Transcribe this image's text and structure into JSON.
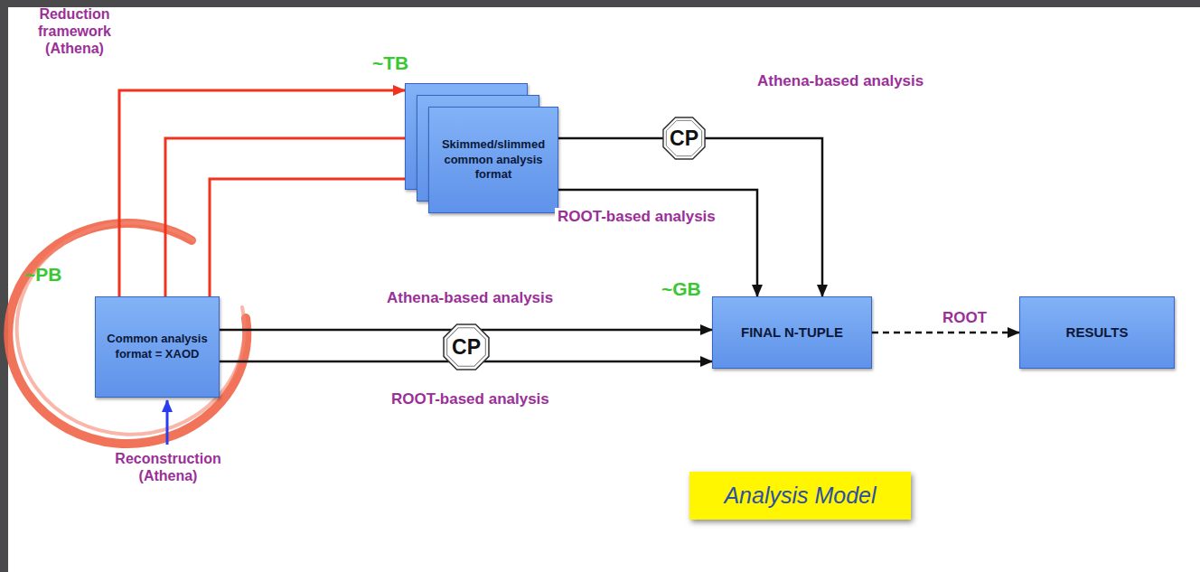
{
  "diagram": {
    "nodes": [
      {
        "text": [
          "Skimmed/slimmed common analysis format"
        ]
      },
      {
        "text": [
          "CP"
        ]
      },
      {
        "text": [
          "Common analysis format = XAOD"
        ]
      },
      {
        "text": [
          "CP"
        ]
      },
      {
        "text": [
          "FINAL N-TUPLE"
        ]
      },
      {
        "text": [
          "RESULTS"
        ]
      },
      {
        "text": [
          "Analysis Model"
        ]
      }
    ],
    "edges": [
      {
        "from": 2,
        "to": 0,
        "arrow": "to"
      },
      {
        "from": 2,
        "to": 0,
        "arrow": "to"
      },
      {
        "from": 2,
        "to": 0,
        "arrow": "to"
      },
      {
        "from": 0,
        "to": 4,
        "arrow": "to",
        "label": "Athena-based analysis"
      },
      {
        "from": 0,
        "to": 4,
        "arrow": "to",
        "label": "ROOT-based analysis"
      },
      {
        "from": 2,
        "to": 4,
        "arrow": "to",
        "label": "Athena-based analysis"
      },
      {
        "from": 2,
        "to": 4,
        "arrow": "to",
        "label": "ROOT-based analysis"
      },
      {
        "from": 4,
        "to": 5,
        "arrow": "to",
        "label": "ROOT"
      }
    ],
    "labels": [
      "Reduction framework (Athena)",
      "~TB",
      "~PB",
      "~GB",
      "Reconstruction (Athena)"
    ]
  }
}
